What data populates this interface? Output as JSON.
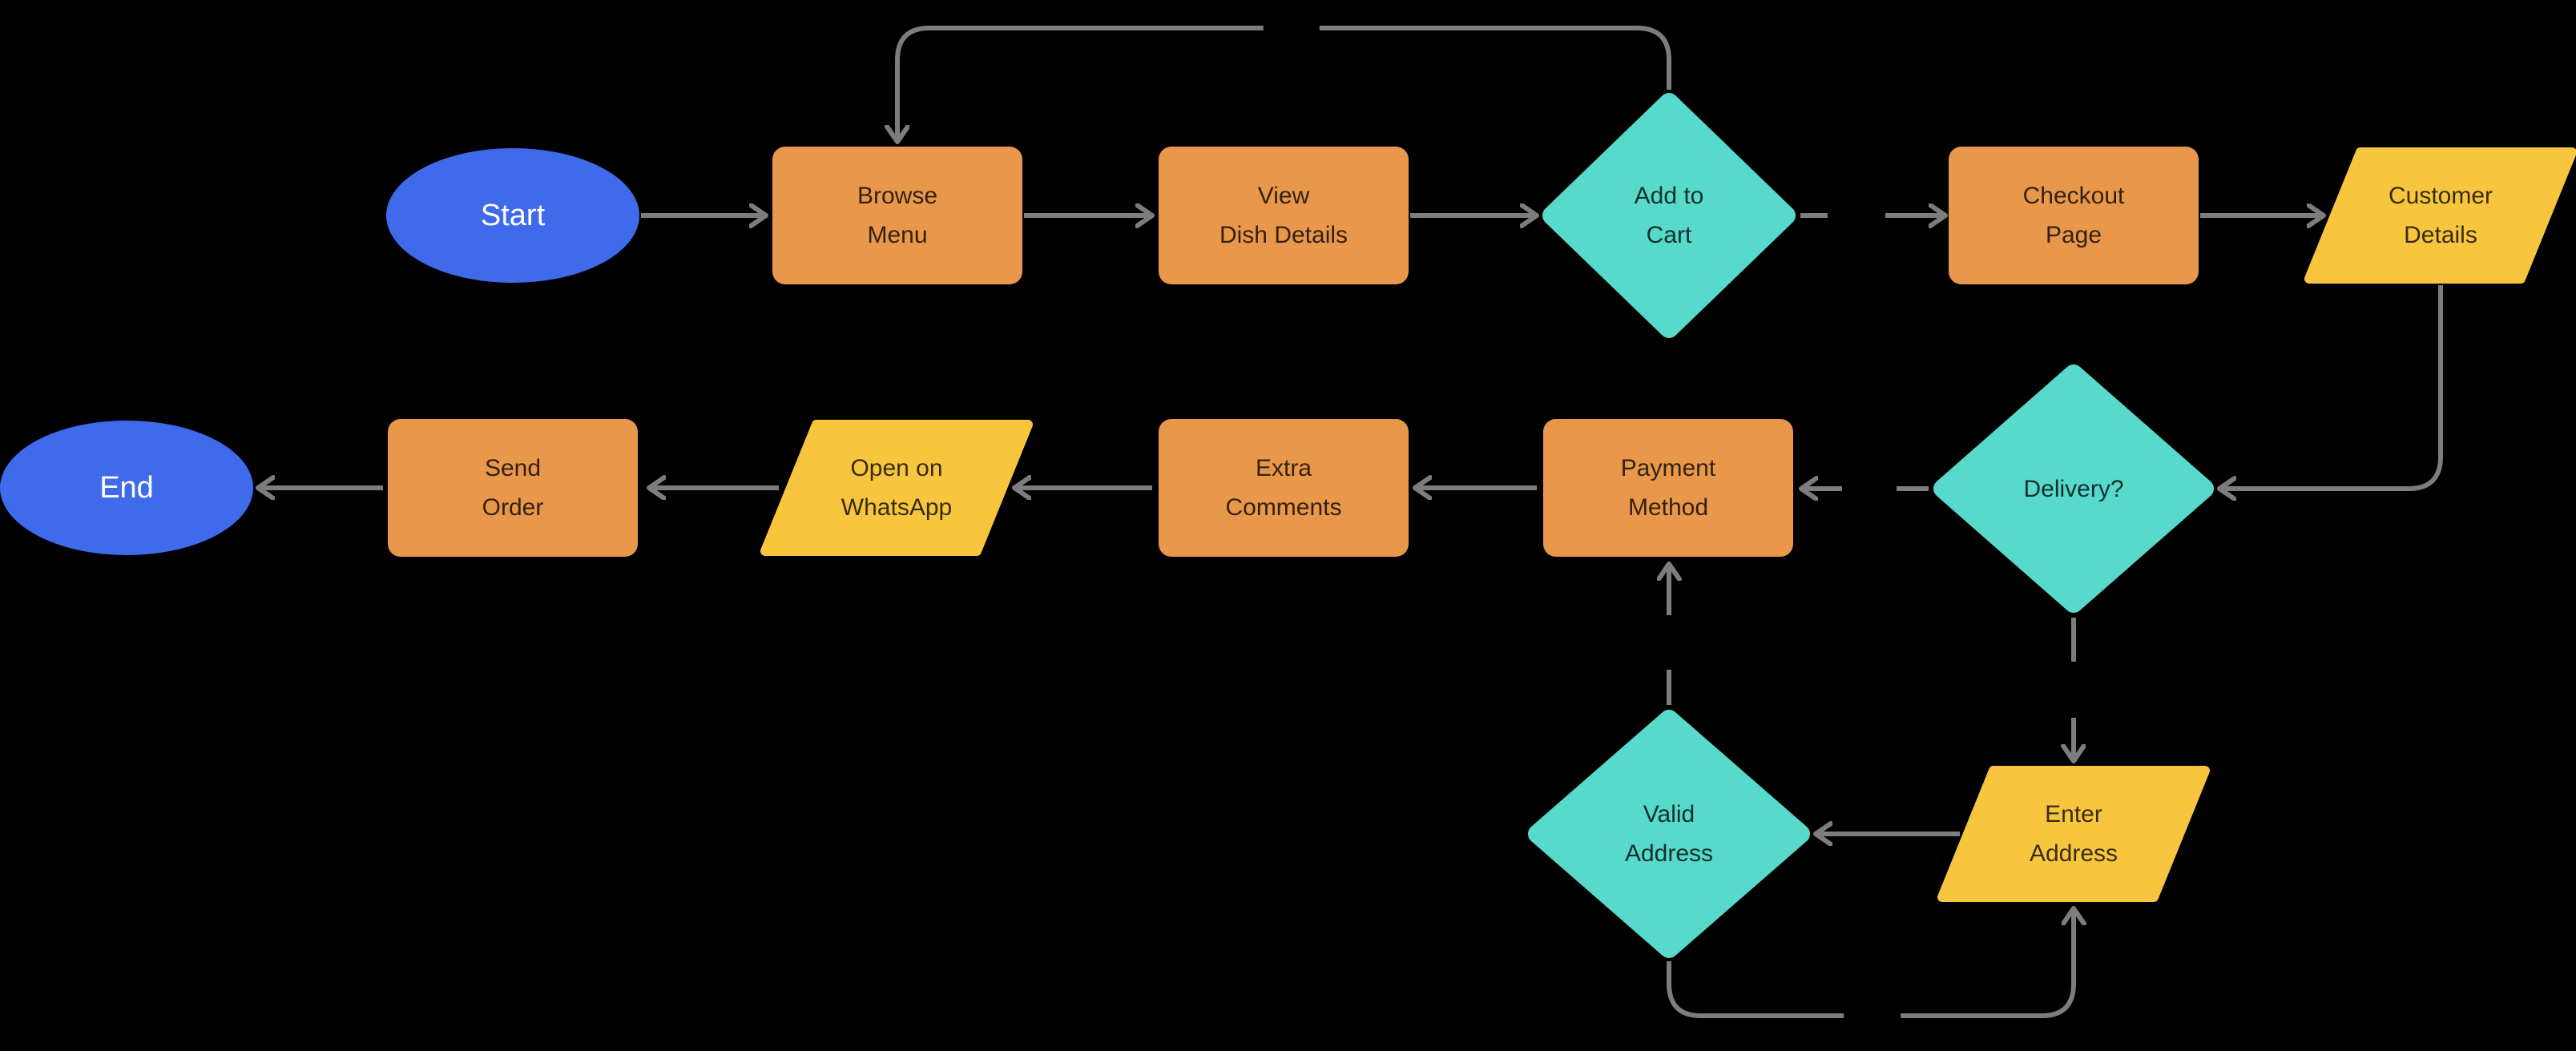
{
  "diagram": {
    "background": "#000000",
    "palette": {
      "terminator_fill": "#3F6AEB",
      "process_fill": "#E8974B",
      "decision_fill": "#57D9CB",
      "io_fill": "#F8C63E",
      "edge_color": "#7D7D7D",
      "label_color": "rgba(0,0,0,0.78)",
      "terminator_text_color": "#FFFFFF"
    },
    "nodes": {
      "start": {
        "label": "Start",
        "shape": "ellipse"
      },
      "browse_menu": {
        "label": "Browse\nMenu",
        "shape": "rect"
      },
      "view_dish_details": {
        "label": "View\nDish Details",
        "shape": "rect"
      },
      "add_to_cart": {
        "label": "Add to\nCart",
        "shape": "diamond"
      },
      "checkout_page": {
        "label": "Checkout\nPage",
        "shape": "rect"
      },
      "customer_details": {
        "label": "Customer\nDetails",
        "shape": "parallelogram"
      },
      "delivery": {
        "label": "Delivery?",
        "shape": "diamond"
      },
      "enter_address": {
        "label": "Enter\nAddress",
        "shape": "parallelogram"
      },
      "valid_address": {
        "label": "Valid\nAddress",
        "shape": "diamond"
      },
      "payment_method": {
        "label": "Payment\nMethod",
        "shape": "rect"
      },
      "extra_comments": {
        "label": "Extra\nComments",
        "shape": "rect"
      },
      "open_on_whatsapp": {
        "label": "Open on\nWhatsApp",
        "shape": "parallelogram"
      },
      "send_order": {
        "label": "Send\nOrder",
        "shape": "rect"
      },
      "end": {
        "label": "End",
        "shape": "ellipse"
      }
    },
    "edges": [
      {
        "from": "start",
        "to": "browse_menu",
        "style": "solid"
      },
      {
        "from": "browse_menu",
        "to": "view_dish_details",
        "style": "solid"
      },
      {
        "from": "view_dish_details",
        "to": "add_to_cart",
        "style": "solid"
      },
      {
        "from": "add_to_cart",
        "to": "checkout_page",
        "style": "label-gap"
      },
      {
        "from": "add_to_cart",
        "to": "browse_menu",
        "style": "label-gap-loop-top"
      },
      {
        "from": "checkout_page",
        "to": "customer_details",
        "style": "solid"
      },
      {
        "from": "customer_details",
        "to": "delivery",
        "style": "solid-elbow"
      },
      {
        "from": "delivery",
        "to": "payment_method",
        "style": "label-gap"
      },
      {
        "from": "delivery",
        "to": "enter_address",
        "style": "label-gap"
      },
      {
        "from": "enter_address",
        "to": "valid_address",
        "style": "solid"
      },
      {
        "from": "valid_address",
        "to": "payment_method",
        "style": "label-gap"
      },
      {
        "from": "valid_address",
        "to": "enter_address",
        "style": "label-gap-loop-bottom"
      },
      {
        "from": "payment_method",
        "to": "extra_comments",
        "style": "solid"
      },
      {
        "from": "extra_comments",
        "to": "open_on_whatsapp",
        "style": "solid"
      },
      {
        "from": "open_on_whatsapp",
        "to": "send_order",
        "style": "solid"
      },
      {
        "from": "send_order",
        "to": "end",
        "style": "solid"
      }
    ]
  }
}
